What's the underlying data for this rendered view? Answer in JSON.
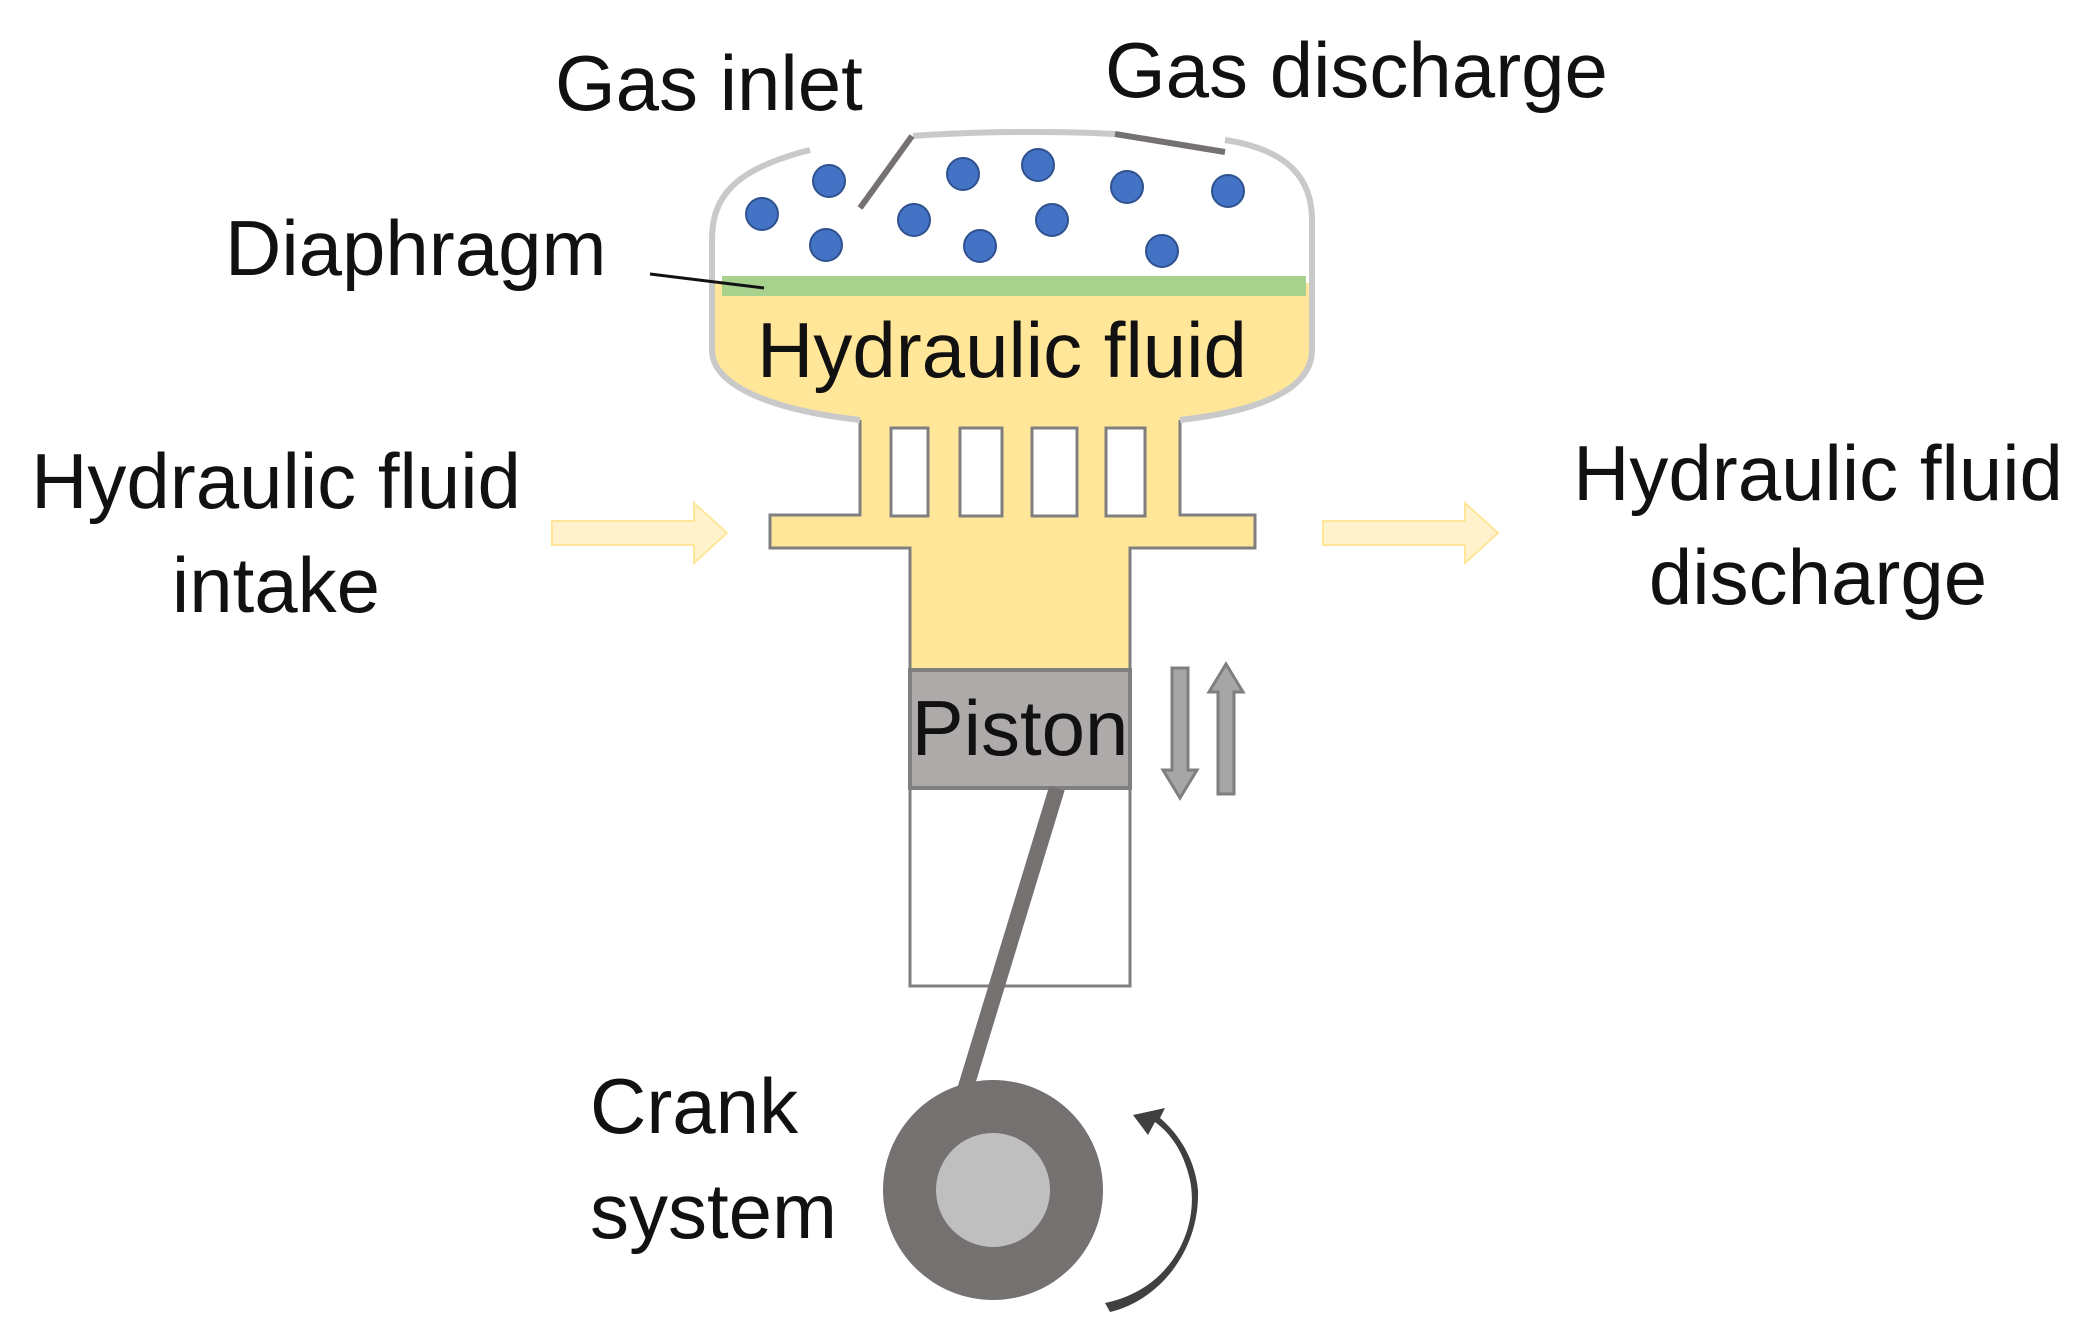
{
  "labels": {
    "gas_inlet": "Gas inlet",
    "gas_discharge": "Gas discharge",
    "diaphragm": "Diaphragm",
    "hydraulic_fluid": "Hydraulic fluid",
    "intake_line1": "Hydraulic fluid",
    "intake_line2": "intake",
    "discharge_line1": "Hydraulic fluid",
    "discharge_line2": "discharge",
    "piston": "Piston",
    "crank_line1": "Crank",
    "crank_line2": "system"
  },
  "colors": {
    "hydraulic_fluid": "#ffe699",
    "diaphragm": "#a9d18e",
    "gas_particle": "#4472c4",
    "piston": "#aeaaaa",
    "crank": "#767171",
    "crank_hub": "#bfbfbf",
    "outline": "#7f7f7f",
    "flow_arrow": "#fff2cc"
  },
  "icons": {
    "flow_in": "arrow-right-icon",
    "flow_out": "arrow-right-icon",
    "piston_motion": "up-down-arrows-icon",
    "crank_rotation": "curved-arrow-icon"
  }
}
